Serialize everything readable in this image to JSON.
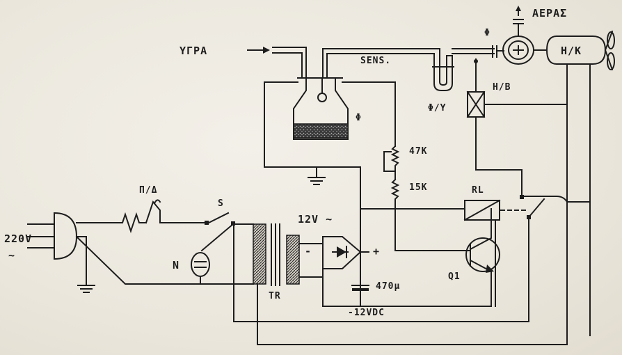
{
  "labels": {
    "ygra": "ΥΓΡΑ",
    "sens": "SENS.",
    "phi_top": "Φ",
    "aeras": "ΑΕΡΑΣ",
    "hk": "Η/Κ",
    "hb": "Η/Β",
    "phi_y": "Φ/Υ",
    "phi_cont": "Φ",
    "r47k": "47K",
    "r15k": "15K",
    "rl": "RL",
    "pd": "Π/Δ",
    "s": "S",
    "v12": "12V ~",
    "v220": "220V",
    "ac": "~",
    "n": "N",
    "minus": "-",
    "plus": "+",
    "cap": "470μ",
    "tr": "TR",
    "q1": "Q1",
    "vdc": "-12VDC"
  }
}
